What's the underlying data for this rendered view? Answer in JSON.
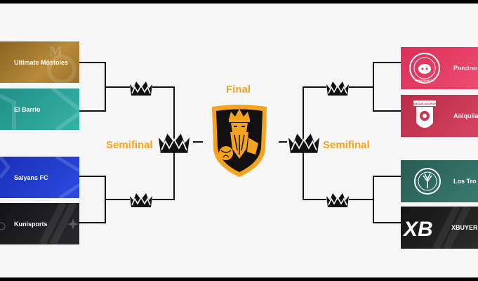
{
  "colors": {
    "accent": "#f5a21c",
    "line": "#111111",
    "background": "#f6f6f6"
  },
  "final": {
    "label": "Final"
  },
  "semifinal_left": {
    "label": "Semifinal"
  },
  "semifinal_right": {
    "label": "Semifinal"
  },
  "teams_left": [
    {
      "name": "Ultimate Móstoles",
      "color": "#a6782c"
    },
    {
      "name": "El Barrio",
      "color": "#2fa89b"
    },
    {
      "name": "Saiyans FC",
      "color": "#1e3bc9"
    },
    {
      "name": "Kunisports",
      "color": "#1e1e20"
    }
  ],
  "teams_right": [
    {
      "name": "Porcino",
      "color": "#e0385f"
    },
    {
      "name": "Aniquila",
      "color": "#c83751"
    },
    {
      "name": "Los Tro",
      "color": "#2e6a62"
    },
    {
      "name": "XBUYER",
      "color": "#1d1d1d"
    }
  ],
  "logos": {
    "porcino": "PORCINOS FC",
    "aniquila": "ANIQUILADORES",
    "xbuyer": "XB"
  },
  "icons": {
    "crown": "crown-icon",
    "shield": "king-shield-icon"
  }
}
